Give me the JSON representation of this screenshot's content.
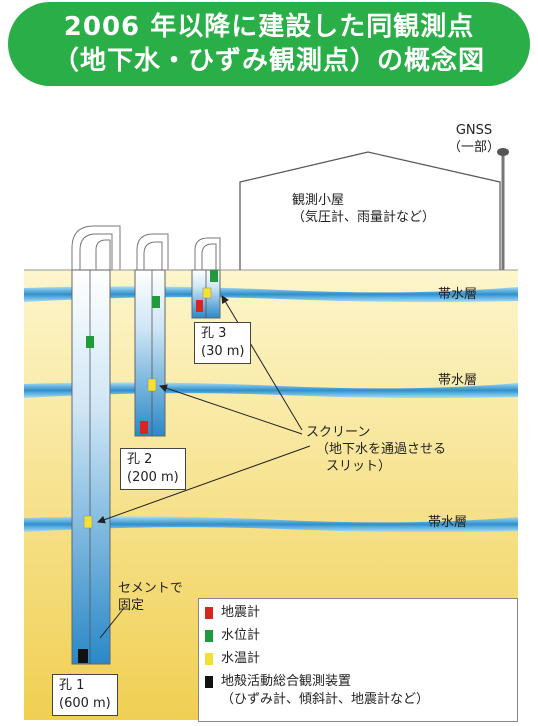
{
  "title": {
    "line1": "2006 年以降に建設した同観測点",
    "line2": "（地下水・ひずみ観測点）の概念図"
  },
  "gnss": {
    "line1": "GNSS",
    "line2": "（一部）"
  },
  "hut": {
    "line1": "観測小屋",
    "line2": "（気圧計、雨量計など）"
  },
  "aquifer_label": "帯水層",
  "screen_note": {
    "line1": "スクリーン",
    "line2": "（地下水を通過させる",
    "line3": "スリット）"
  },
  "cement_note": {
    "line1": "セメントで",
    "line2": "固定"
  },
  "holes": [
    {
      "name": "孔 1",
      "depth": "(600 m)"
    },
    {
      "name": "孔 2",
      "depth": "(200 m)"
    },
    {
      "name": "孔 3",
      "depth": "(30 m)"
    }
  ],
  "legend": [
    {
      "color": "#d7261f",
      "label": "地震計"
    },
    {
      "color": "#1f9a3c",
      "label": "水位計"
    },
    {
      "color": "#f1e135",
      "label": "水温計"
    },
    {
      "color": "#111111",
      "label": "地殻活動総合観測装置"
    }
  ],
  "legend_note": "（ひずみ計、傾斜計、地震計など）"
}
